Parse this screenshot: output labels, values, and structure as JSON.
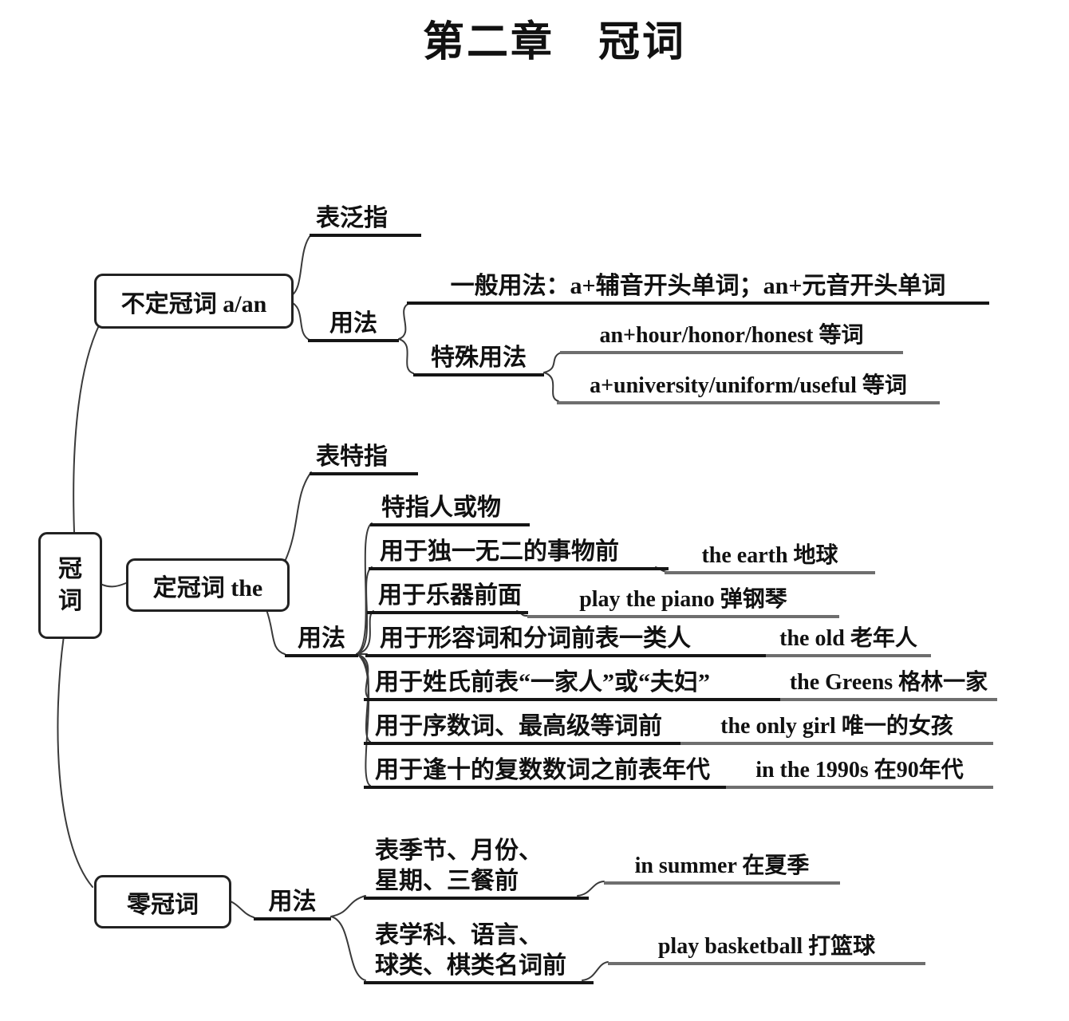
{
  "title": "第二章　冠词",
  "root": {
    "label": "冠\n词"
  },
  "indefinite": {
    "box": "不定冠词 a/an",
    "generic": "表泛指",
    "usage": "用法",
    "general": "一般用法：a+辅音开头单词；an+元音开头单词",
    "special": "特殊用法",
    "special_items": [
      "an+hour/honor/honest 等词",
      "a+university/uniform/useful 等词"
    ]
  },
  "definite": {
    "box": "定冠词 the",
    "specific": "表特指",
    "usage": "用法",
    "usages": [
      {
        "rule": "特指人或物",
        "example": ""
      },
      {
        "rule": "用于独一无二的事物前",
        "example": "the earth 地球"
      },
      {
        "rule": "用于乐器前面",
        "example": "play the piano 弹钢琴"
      },
      {
        "rule": "用于形容词和分词前表一类人",
        "example": "the old 老年人"
      },
      {
        "rule": "用于姓氏前表“一家人”或“夫妇”",
        "example": "the Greens 格林一家"
      },
      {
        "rule": "用于序数词、最高级等词前",
        "example": "the only girl 唯一的女孩"
      },
      {
        "rule": "用于逢十的复数数词之前表年代",
        "example": "in the 1990s 在90年代"
      }
    ]
  },
  "zero": {
    "box": "零冠词",
    "usage": "用法",
    "usages": [
      {
        "rule": "表季节、月份、\n星期、三餐前",
        "example": "in summer 在夏季"
      },
      {
        "rule": "表学科、语言、\n球类、棋类名词前",
        "example": "play basketball 打篮球"
      }
    ]
  },
  "colors": {
    "line_black": "#151515",
    "line_gray": "#6e6e6e",
    "text": "#111111"
  }
}
